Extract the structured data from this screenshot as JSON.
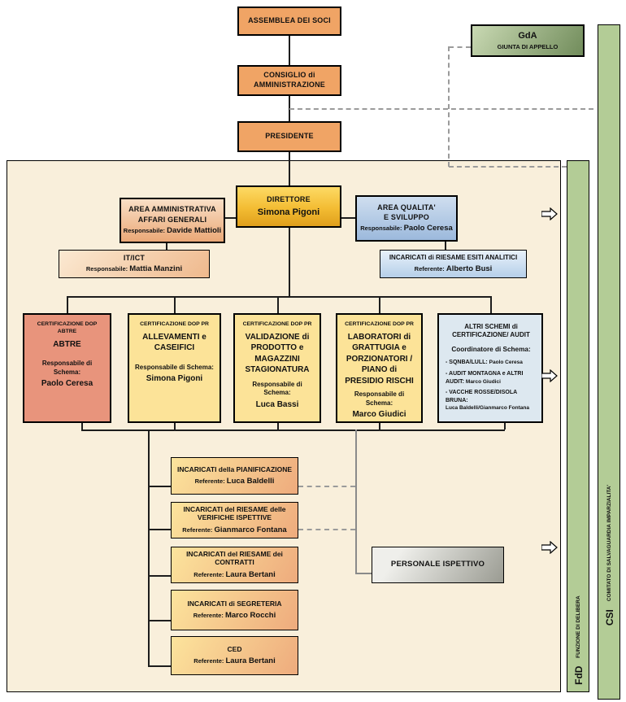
{
  "colors": {
    "orange": "#f0a465",
    "gold_top": "#fdda64",
    "gold_bottom": "#df9f1b",
    "peach_top": "#f9dfc6",
    "peach_bottom": "#eaa877",
    "blue_top": "#cfdeef",
    "blue_bottom": "#9cb9dc",
    "lightblue_top": "#e8f1fa",
    "lightblue_bottom": "#b6cfe9",
    "salmon": "#e8947c",
    "yellow": "#fce398",
    "bluegrey": "#dde8f0",
    "stack_yellow": "#fce49c",
    "stack_peach": "#eeab7d",
    "grey_light": "#efefeb",
    "grey_dark": "#9a9b92",
    "green_bar": "#b3cc96",
    "gda_light": "#c9d9b3",
    "gda_dark": "#718c5b",
    "canvas": "#f9efdb"
  },
  "top": {
    "assemblea": "ASSEMBLEA DEI SOCI",
    "consiglio": "CONSIGLIO di AMMINISTRAZIONE",
    "presidente": "PRESIDENTE"
  },
  "gda": {
    "abbr": "GdA",
    "label": "GIUNTA DI APPELLO"
  },
  "bars": {
    "fdd": {
      "abbr": "FdD",
      "label": "FUNZIONE DI DELIBERA"
    },
    "csi": {
      "abbr": "CSI",
      "label": "COMITATO DI SALVAGUARDIA IMPARZIALITA'"
    }
  },
  "direttore": {
    "title": "DIRETTORE",
    "name": "Simona Pigoni"
  },
  "area_amministrativa": {
    "line1": "AREA AMMINISTRATIVA",
    "line2": "AFFARI GENERALI",
    "role_label": "Responsabile:",
    "role_name": "Davide Mattioli"
  },
  "it_ict": {
    "title": "IT/ICT",
    "role_label": "Responsabile:",
    "role_name": "Mattia Manzini"
  },
  "area_qualita": {
    "line1": "AREA QUALITA'",
    "line2": "E SVILUPPO",
    "role_label": "Responsabile:",
    "role_name": "Paolo Ceresa"
  },
  "riesame_esiti": {
    "title": "INCARICATI di RIESAME ESITI ANALITICI",
    "role_label": "Referente:",
    "role_name": "Alberto Busi"
  },
  "certs": [
    {
      "tag": "CERTIFICAZIONE DOP ABTRE",
      "title": "ABTRE",
      "role_label": "Responsabile di Schema:",
      "role_name": "Paolo Ceresa"
    },
    {
      "tag": "CERTIFICAZIONE DOP PR",
      "title": "ALLEVAMENTI e CASEIFICI",
      "role_label": "Responsabile di Schema:",
      "role_name": "Simona Pigoni"
    },
    {
      "tag": "CERTIFICAZIONE DOP PR",
      "title": "VALIDAZIONE di PRODOTTO e MAGAZZINI STAGIONATURA",
      "role_label": "Responsabile di Schema:",
      "role_name": "Luca Bassi"
    },
    {
      "tag": "CERTIFICAZIONE DOP PR",
      "title": "LABORATORI di GRATTUGIA e PORZIONATORI / PIANO di PRESIDIO RISCHI",
      "role_label": "Responsabile di Schema:",
      "role_name": "Marco Giudici"
    }
  ],
  "altri_schemi": {
    "line1": "ALTRI SCHEMI di",
    "line2": "CERTIFICAZIONE/ AUDIT",
    "coord_label": "Coordinatore di Schema:",
    "items": [
      {
        "label": "- SQNBA/LULL:",
        "name": "Paolo Ceresa"
      },
      {
        "label": "- AUDIT MONTAGNA e ALTRI AUDIT:",
        "name": "Marco Giudici"
      },
      {
        "label": "- VACCHE ROSSE/DISOLA BRUNA:",
        "name": "Luca Baldelli/Gianmarco Fontana"
      }
    ]
  },
  "stack": [
    {
      "title": "INCARICATI della PIANIFICAZIONE",
      "role_label": "Referente:",
      "role_name": "Luca Baldelli"
    },
    {
      "title": "INCARICATI del RIESAME delle VERIFICHE ISPETTIVE",
      "role_label": "Referente:",
      "role_name": "Gianmarco Fontana"
    },
    {
      "title": "INCARICATI del RIESAME dei CONTRATTI",
      "role_label": "Referente:",
      "role_name": "Laura Bertani"
    },
    {
      "title": "INCARICATI di SEGRETERIA",
      "role_label": "Referente:",
      "role_name": "Marco Rocchi"
    },
    {
      "title": "CED",
      "role_label": "Referente:",
      "role_name": "Laura Bertani"
    }
  ],
  "personale": {
    "title": "PERSONALE ISPETTIVO"
  }
}
